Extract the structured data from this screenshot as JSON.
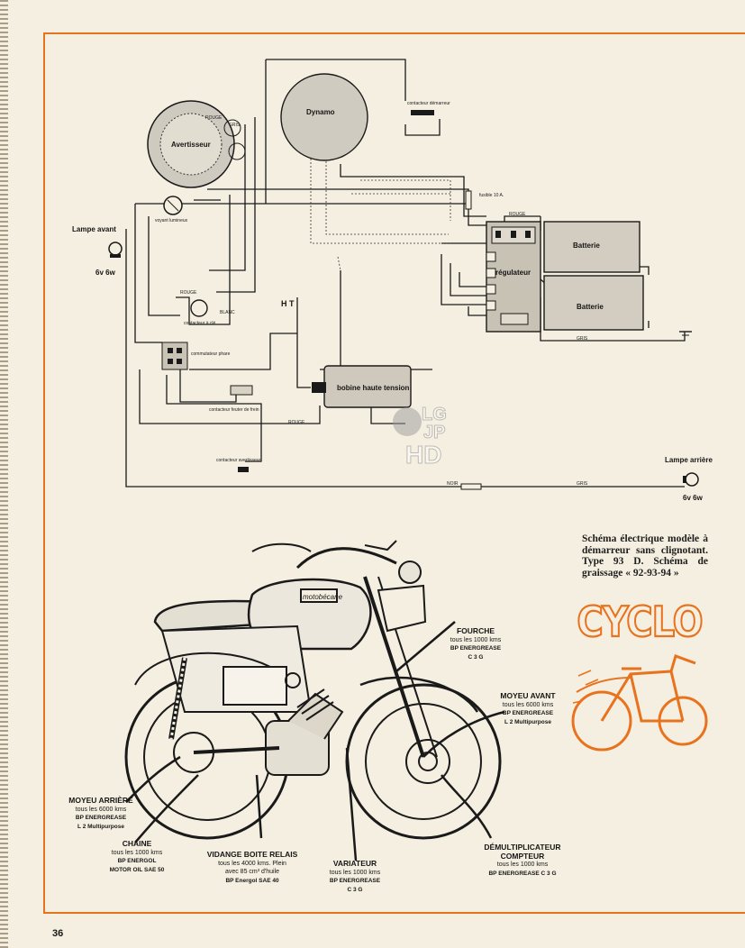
{
  "page_number": "36",
  "wiring": {
    "dynamo": "Dynamo",
    "avertisseur": "Avertisseur",
    "batterie_1": "Batterie",
    "batterie_2": "Batterie",
    "regulateur": "régulateur",
    "bobine": "bobine haute tension",
    "lampe_avant": "Lampe avant",
    "lampe_avant_rating": "6v 6w",
    "lampe_arriere": "Lampe arrière",
    "lampe_arriere_rating": "6v 6w",
    "ht": "H T",
    "contacteur_demarreur": "contacteur démarreur",
    "fusible": "fusible 10 A.",
    "voyant": "voyant lumineux",
    "contacteur_cle": "contacteur à clé",
    "commutateur": "commutateur phare",
    "contacteur_frein": "contacteur feuter de frein",
    "contacteur_avertisseur": "contacteur avertisseur",
    "wire_rouge": "ROUGE",
    "wire_gris": "GRIS",
    "wire_noir": "NOIR",
    "wire_blanc": "BLANC"
  },
  "caption": "Schéma électrique modèle à démarreur sans clignotant. Type 93 D. Schéma de graissage « 92-93-94 »",
  "cyclo_title": "CYCLO",
  "grease": {
    "fourche": {
      "title": "FOURCHE",
      "interval": "tous les 1000 kms",
      "product": "BP ENERGREASE",
      "grade": "C 3 G"
    },
    "moyeu_avant": {
      "title": "MOYEU AVANT",
      "interval": "tous les 6000 kms",
      "product": "BP ENERGREASE",
      "grade": "L 2 Multipurpose"
    },
    "moyeu_arriere": {
      "title": "MOYEU ARRIÈRE",
      "interval": "tous les 6000 kms",
      "product": "BP ENERGREASE",
      "grade": "L 2 Multipurpose"
    },
    "chaine": {
      "title": "CHAINE",
      "interval": "tous les 1000 kms",
      "product": "BP ENERGOL",
      "grade": "MOTOR OIL SAE 50"
    },
    "vidange": {
      "title": "VIDANGE BOITE RELAIS",
      "interval": "tous les 4000 kms. Plein",
      "detail": "avec 85 cm³ d'huile",
      "product": "BP Energol SAE 40"
    },
    "variateur": {
      "title": "VARIATEUR",
      "interval": "tous les 1000 kms",
      "product": "BP ENERGREASE",
      "grade": "C 3 G"
    },
    "demultiplicateur": {
      "title": "DÉMULTIPLICATEUR",
      "subtitle": "COMPTEUR",
      "interval": "tous les 1000 kms",
      "product": "BP ENERGREASE C 3 G"
    }
  },
  "colors": {
    "frame": "#e8731f",
    "paper": "#f4efe0",
    "ink": "#161616"
  }
}
